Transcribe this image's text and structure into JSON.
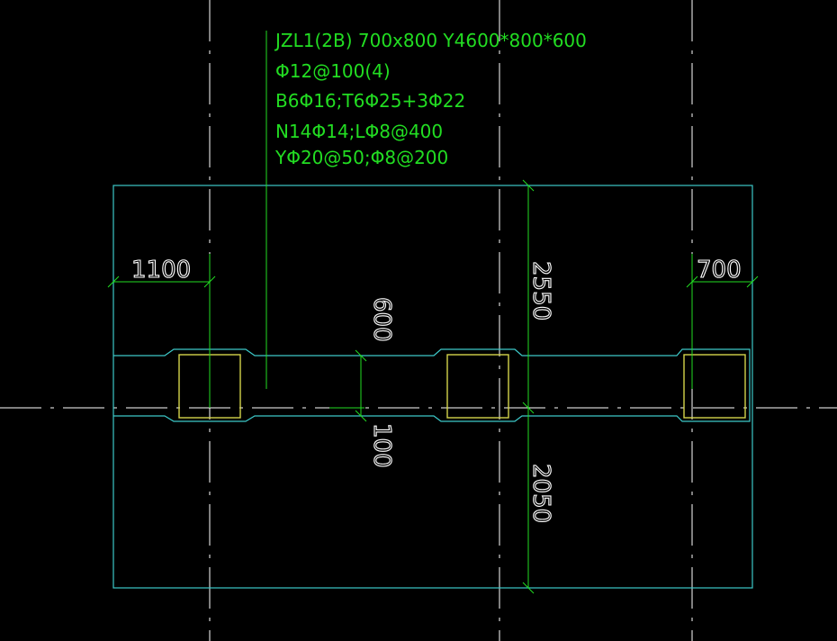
{
  "annotation": {
    "lines": [
      "JZL1(2B) 700x800  Y4600*800*600",
      "Φ12@100(4)",
      "B6Φ16;T6Φ25+3Φ22",
      "N14Φ14;LΦ8@400",
      "YΦ20@50;Φ8@200"
    ]
  },
  "dimensions": {
    "left_extension": "1100",
    "right_extension": "700",
    "upper_width": "2550",
    "lower_width": "2050",
    "beam_haunch_top": "600",
    "beam_haunch_bottom": "100"
  },
  "colors": {
    "background": "#000000",
    "outline_cyan": "#3cc8c8",
    "dimension_green": "#22dd22",
    "column_yellow": "#d4d44a",
    "axis_white": "#ffffff",
    "text_white": "#ffffff"
  }
}
